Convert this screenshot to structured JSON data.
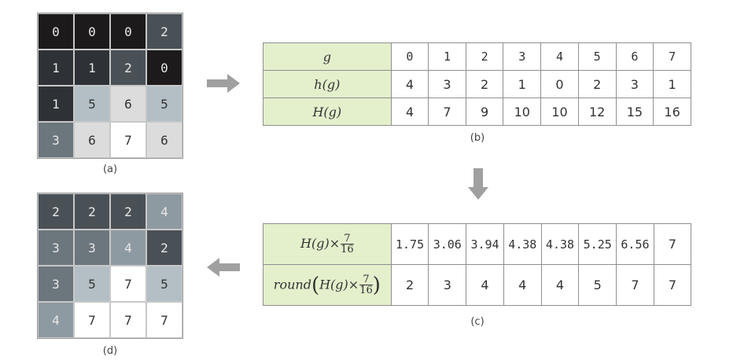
{
  "grid_a": {
    "caption": "(a)",
    "cells": [
      [
        0,
        0,
        0,
        2
      ],
      [
        1,
        1,
        2,
        0
      ],
      [
        1,
        5,
        6,
        5
      ],
      [
        3,
        6,
        7,
        6
      ]
    ]
  },
  "grid_d": {
    "caption": "(d)",
    "cells": [
      [
        2,
        2,
        2,
        4
      ],
      [
        3,
        3,
        4,
        2
      ],
      [
        3,
        5,
        7,
        5
      ],
      [
        4,
        7,
        7,
        7
      ]
    ]
  },
  "table_b": {
    "caption": "(b)",
    "rows": [
      {
        "label": "g",
        "values": [
          "0",
          "1",
          "2",
          "3",
          "4",
          "5",
          "6",
          "7"
        ]
      },
      {
        "label": "h(g)",
        "values": [
          "4",
          "3",
          "2",
          "1",
          "0",
          "2",
          "3",
          "1"
        ]
      },
      {
        "label": "H(g)",
        "values": [
          "4",
          "7",
          "9",
          "10",
          "10",
          "12",
          "15",
          "16"
        ]
      }
    ]
  },
  "table_c": {
    "caption": "(c)",
    "row1_label": {
      "prefix": "H(g)×",
      "num": "7",
      "den": "16"
    },
    "row1_values": [
      "1.75",
      "3.06",
      "3.94",
      "4.38",
      "4.38",
      "5.25",
      "6.56",
      "7"
    ],
    "row2_label": {
      "fn": "round",
      "inner": "H(g)×",
      "num": "7",
      "den": "16"
    },
    "row2_values": [
      "2",
      "3",
      "4",
      "4",
      "4",
      "5",
      "7",
      "7"
    ]
  },
  "colors": {
    "label_bg": "#e4efcc",
    "arrow": "#a0a0a0",
    "gray_levels": [
      "#1c1a1b",
      "#2e3236",
      "#4a5156",
      "#6c767d",
      "#8e9aa1",
      "#b3bfc5",
      "#dcdcdc",
      "#ffffff"
    ]
  },
  "icons": [
    "arrow-right-icon",
    "arrow-down-icon",
    "arrow-left-icon"
  ]
}
